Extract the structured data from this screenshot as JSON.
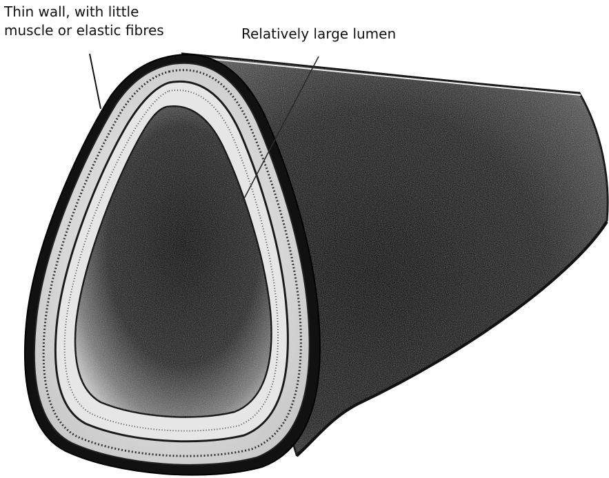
{
  "annotations": {
    "wall_line1": "Thin wall, with little",
    "wall_line2": "muscle or elastic fibres",
    "lumen": "Relatively large lumen"
  }
}
